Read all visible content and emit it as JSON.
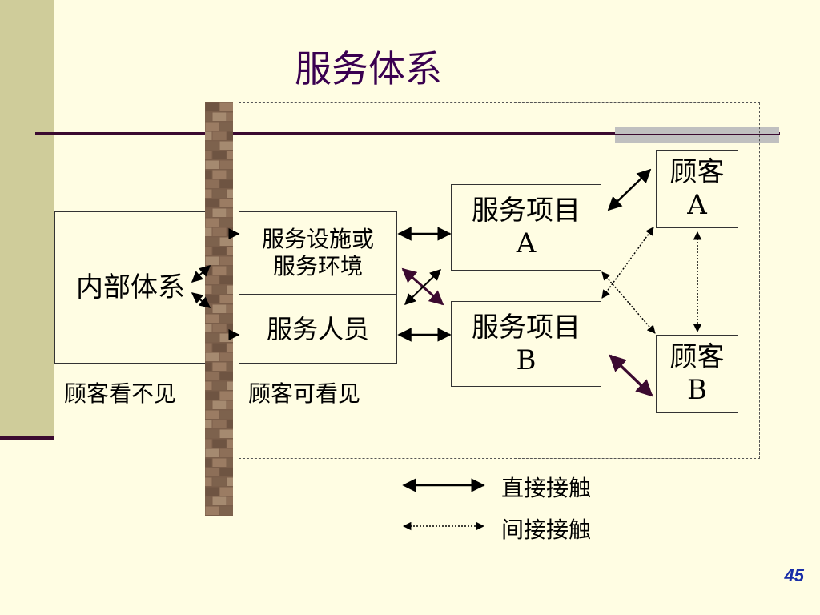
{
  "slide": {
    "title": "服务体系",
    "page_number": "45"
  },
  "boxes": {
    "internal_system": "内部体系",
    "facility_line1": "服务设施或",
    "facility_line2": "服务环境",
    "staff": "服务人员",
    "item_a_line1": "服务项目",
    "item_a_line2": "A",
    "item_b_line1": "服务项目",
    "item_b_line2": "B",
    "customer_a_line1": "顾客",
    "customer_a_line2": "A",
    "customer_b_line1": "顾客",
    "customer_b_line2": "B"
  },
  "captions": {
    "invisible_to_customer": "顾客看不见",
    "visible_to_customer": "顾客可看见"
  },
  "legend": {
    "direct_contact": "直接接触",
    "indirect_contact": "间接接触"
  },
  "colors": {
    "background": "#fffde3",
    "sidebar": "#cfcc9a",
    "title": "#3a0050",
    "rule": "#3b0a30",
    "direct_arrow": "#000000",
    "cross_arrow": "#3b0a30",
    "page_number": "#1a2ea8"
  }
}
